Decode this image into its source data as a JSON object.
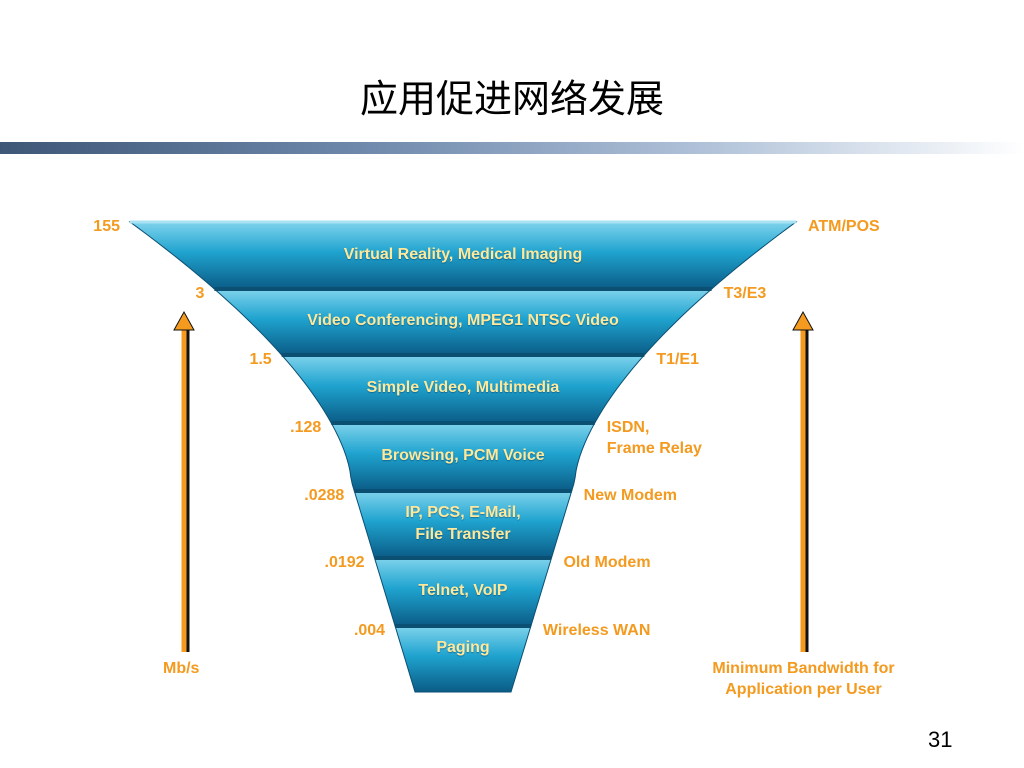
{
  "slide": {
    "title": "应用促进网络发展",
    "page_number": "31"
  },
  "funnel": {
    "levels": [
      {
        "label": "Virtual Reality, Medical Imaging",
        "rate": "155",
        "tech": "ATM/POS"
      },
      {
        "label": "Video Conferencing, MPEG1 NTSC Video",
        "rate": "3",
        "tech": "T3/E3"
      },
      {
        "label": "Simple Video, Multimedia",
        "rate": "1.5",
        "tech": "T1/E1"
      },
      {
        "label": "Browsing,  PCM Voice",
        "rate": ".128",
        "tech": "ISDN,\nFrame Relay"
      },
      {
        "label": "IP, PCS, E-Mail,\nFile Transfer",
        "rate": ".0288",
        "tech": "New Modem"
      },
      {
        "label": "Telnet, VoIP",
        "rate": ".0192",
        "tech": "Old Modem"
      },
      {
        "label": "Paging",
        "rate": ".004",
        "tech": "Wireless WAN"
      }
    ],
    "left_axis_label": "Mb/s",
    "right_axis_label": "Minimum Bandwidth for\nApplication per User",
    "colors": {
      "band_light": "#7fd3ec",
      "band_mid": "#1fa3cf",
      "band_dark": "#0a5c86",
      "label": "#f39a1f",
      "band_text": "#ffe89a",
      "arrow": "#f39a1f"
    }
  }
}
